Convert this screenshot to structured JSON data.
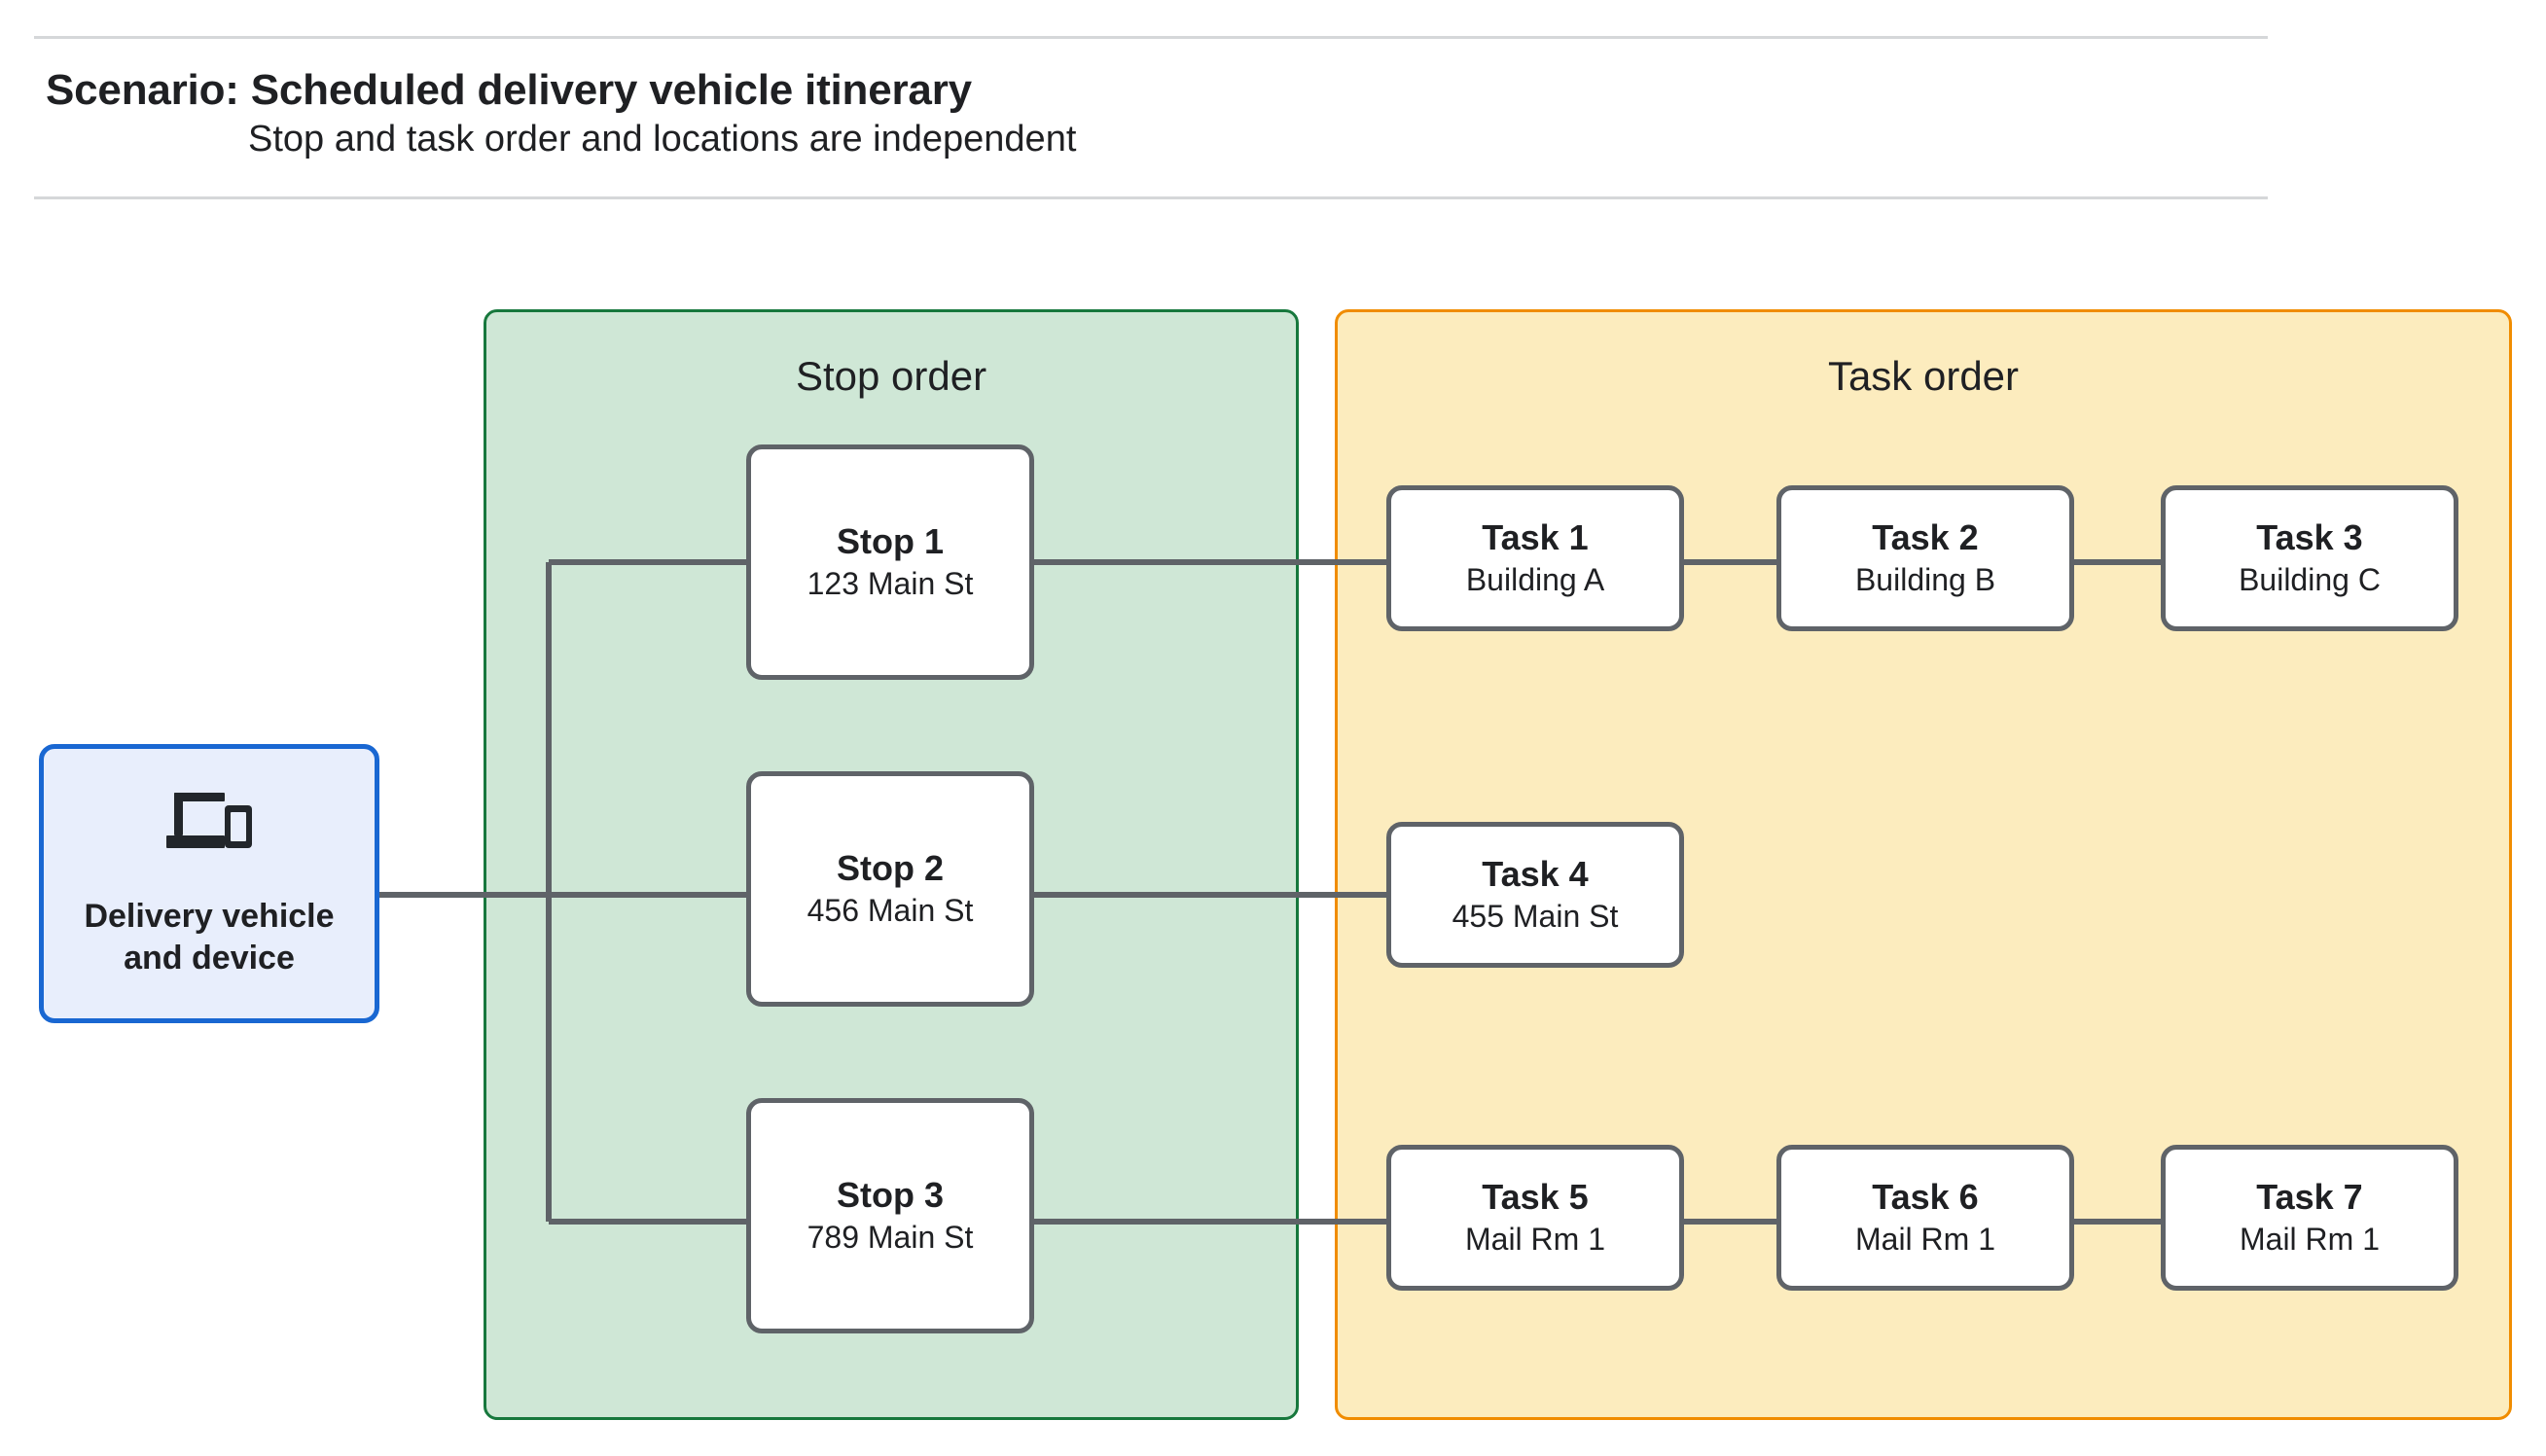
{
  "header": {
    "title": "Scenario: Scheduled delivery vehicle itinerary",
    "subtitle": "Stop and task order and locations are independent"
  },
  "vehicle": {
    "label": "Delivery vehicle\nand device",
    "icon": "devices-icon",
    "border_color": "#1967d2",
    "fill_color": "#e8eefc"
  },
  "stop_panel": {
    "title": "Stop order",
    "border_color": "#17783d",
    "fill_color": "#cfe7d6",
    "stops": [
      {
        "title": "Stop 1",
        "location": "123 Main St"
      },
      {
        "title": "Stop 2",
        "location": "456 Main St"
      },
      {
        "title": "Stop 3",
        "location": "789 Main St"
      }
    ]
  },
  "task_panel": {
    "title": "Task order",
    "border_color": "#f08c00",
    "fill_color": "#fcecbe",
    "rows": [
      {
        "tasks": [
          {
            "title": "Task 1",
            "location": "Building A"
          },
          {
            "title": "Task 2",
            "location": "Building B"
          },
          {
            "title": "Task 3",
            "location": "Building C"
          }
        ]
      },
      {
        "tasks": [
          {
            "title": "Task 4",
            "location": "455 Main St"
          }
        ]
      },
      {
        "tasks": [
          {
            "title": "Task 5",
            "location": "Mail Rm 1"
          },
          {
            "title": "Task 6",
            "location": "Mail Rm 1"
          },
          {
            "title": "Task 7",
            "location": "Mail Rm 1"
          }
        ]
      }
    ]
  },
  "connector_color": "#5f6368"
}
